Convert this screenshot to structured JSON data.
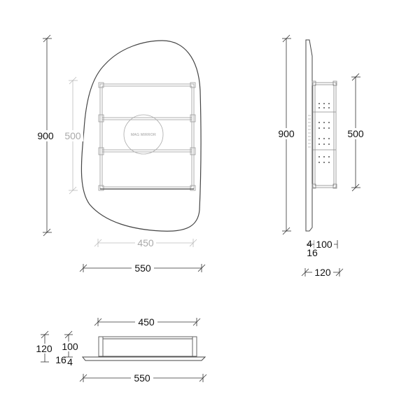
{
  "front_view": {
    "height": "900",
    "frame_height": "500",
    "frame_width": "450",
    "width": "550",
    "logo": "MAG MIRROR"
  },
  "side_view": {
    "height": "900",
    "frame_height": "500",
    "offset_small": "4",
    "depth_frame": "100",
    "thickness": "16",
    "depth_total": "120"
  },
  "top_view": {
    "frame_width": "450",
    "depth_total": "120",
    "depth_frame": "100",
    "thickness": "16",
    "offset_small": "4",
    "width": "550"
  },
  "colors": {
    "line_dark": "#333333",
    "line_light": "#bbbbbb",
    "text_dark": "#111111",
    "text_light": "#aaaaaa"
  }
}
